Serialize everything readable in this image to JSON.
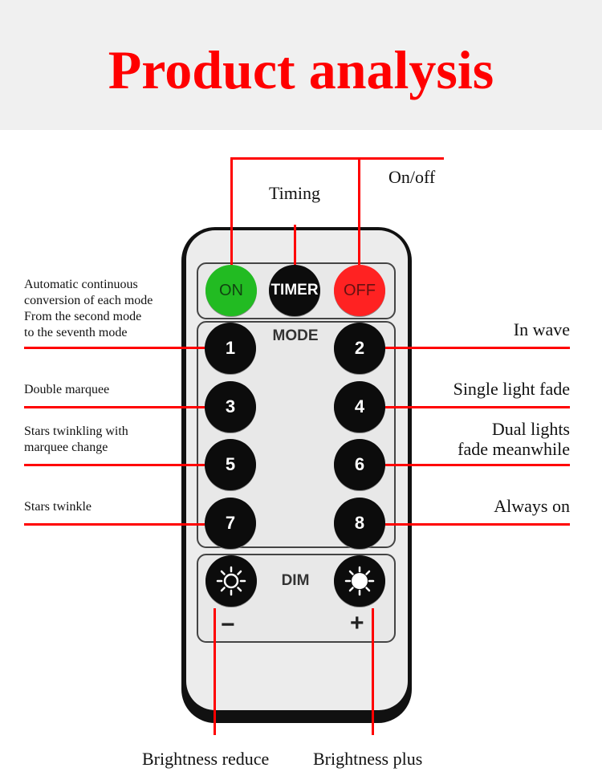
{
  "title": "Product analysis",
  "colors": {
    "accent": "#ff0000",
    "on": "#22bb22",
    "off": "#ff2222"
  },
  "remote": {
    "top_buttons": [
      "ON",
      "TIMER",
      "OFF"
    ],
    "mode_label": "MODE",
    "mode_buttons": [
      "1",
      "2",
      "3",
      "4",
      "5",
      "6",
      "7",
      "8"
    ],
    "dim_label": "DIM",
    "dim_minus": "−",
    "dim_plus": "+",
    "dim_icons": [
      "sun-outline-icon",
      "sun-filled-icon"
    ]
  },
  "annotations": {
    "timing": "Timing",
    "on_off": "On/off",
    "mode1": "Automatic continuous\nconversion of each mode\nFrom the second mode\nto the seventh mode",
    "mode2": "In wave",
    "mode3": "Double marquee",
    "mode4": "Single light fade",
    "mode5": "Stars twinkling with\nmarquee change",
    "mode6": "Dual lights\nfade meanwhile",
    "mode7": "Stars twinkle",
    "mode8": "Always on",
    "brightness_reduce": "Brightness reduce",
    "brightness_plus": "Brightness plus"
  }
}
